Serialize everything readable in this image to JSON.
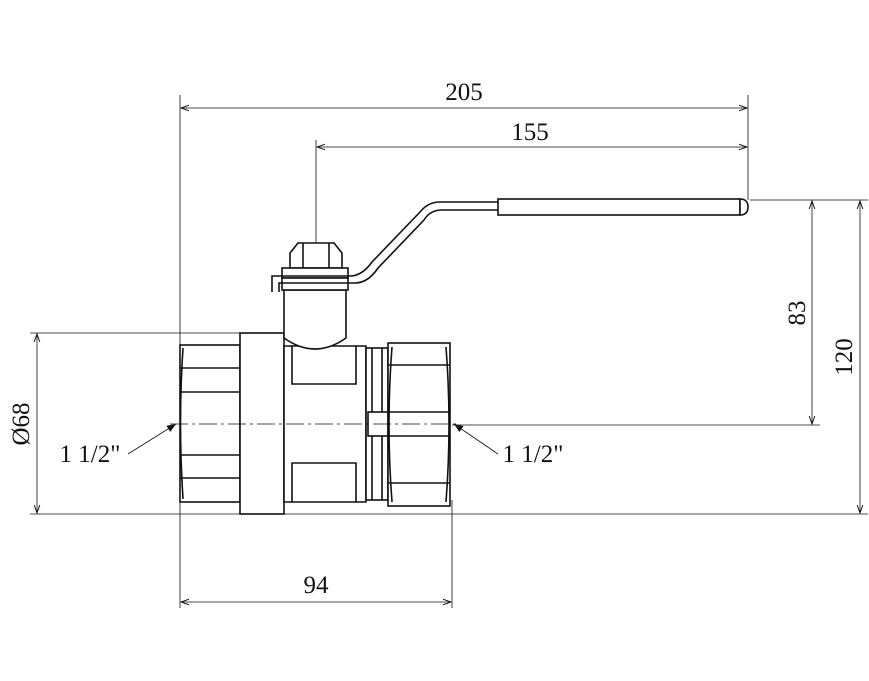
{
  "drawing": {
    "subject": "ball valve with lever handle, female thread both ends",
    "dimensions": {
      "overall_length": "205",
      "handle_length": "155",
      "body_length": "94",
      "handle_height": "83",
      "total_height": "120",
      "body_diameter": "Ø68",
      "thread_left": "1 1/2\"",
      "thread_right": "1 1/2\""
    },
    "colors": {
      "line": "#111111",
      "background": "#ffffff"
    }
  }
}
